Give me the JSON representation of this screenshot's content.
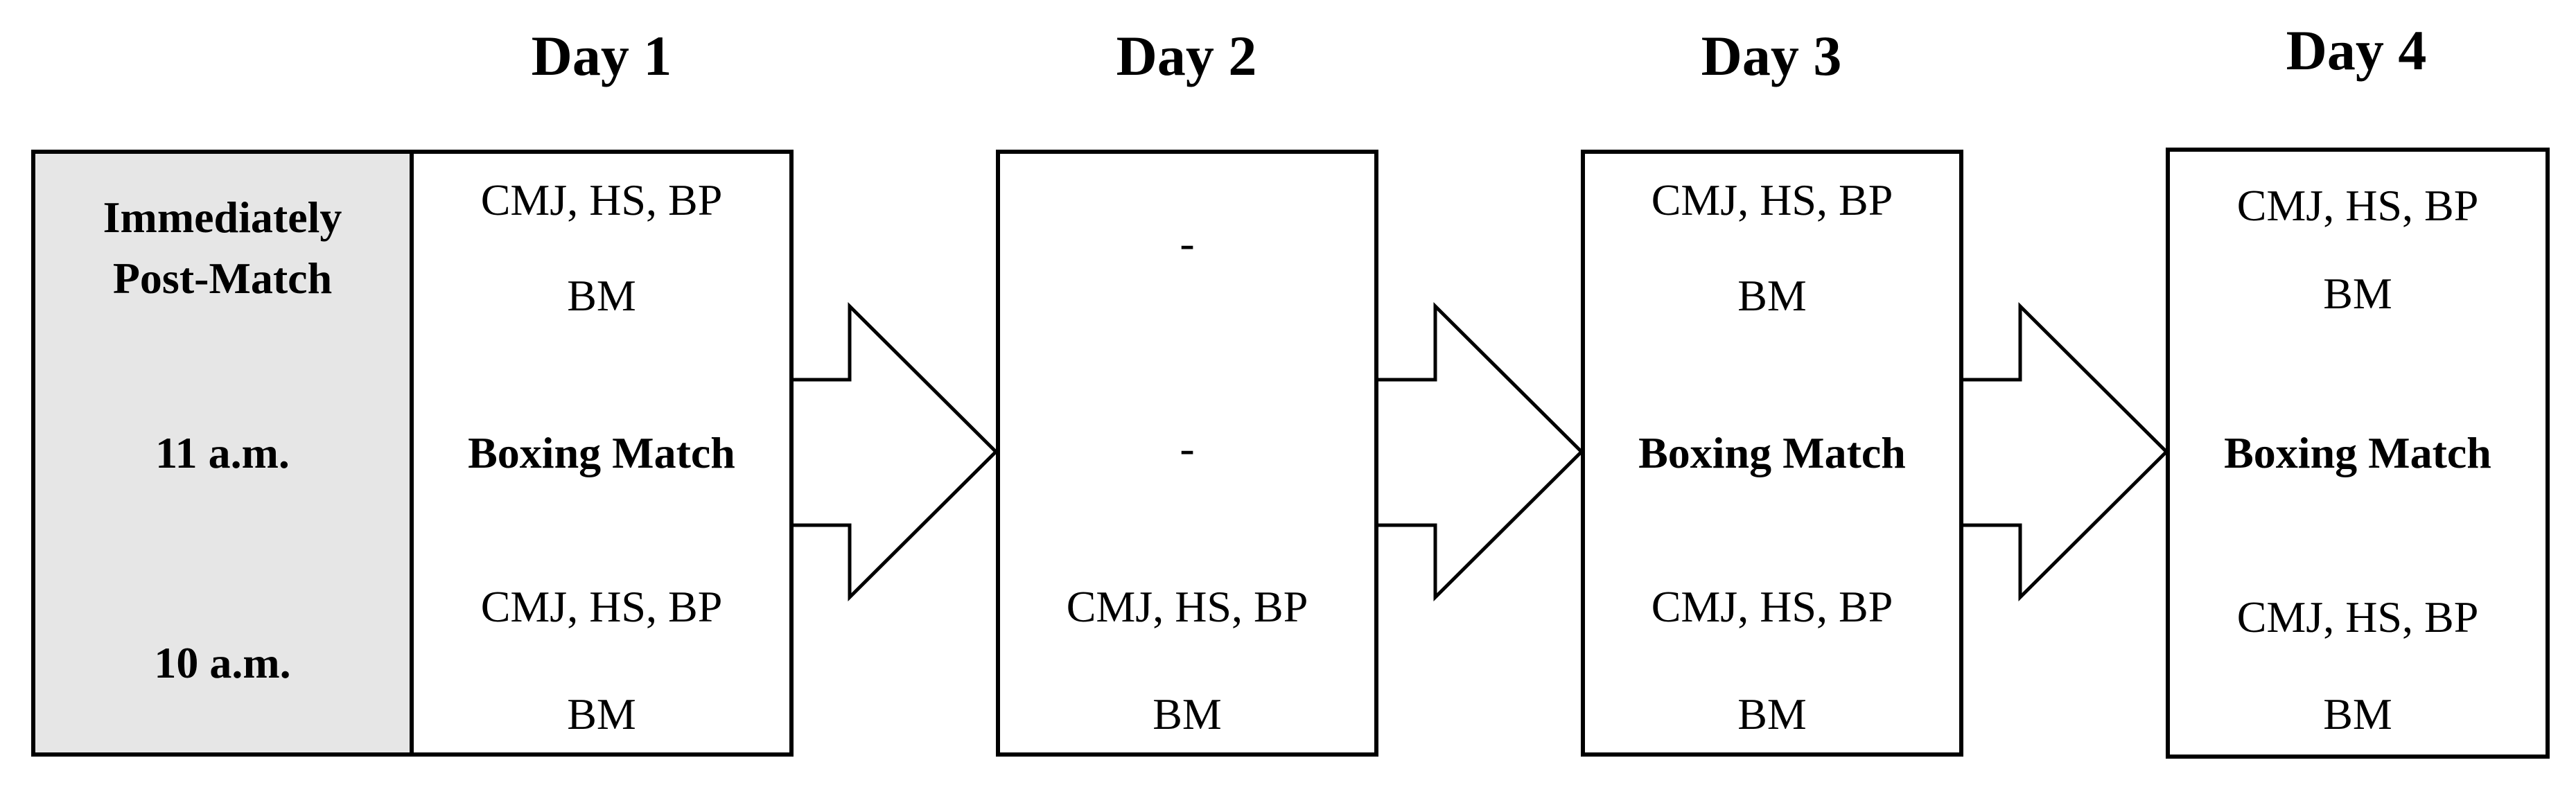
{
  "days": [
    {
      "title": "Day 1",
      "morning": [
        "CMJ, HS, BP",
        "BM"
      ],
      "match": "Boxing Match",
      "post": [
        "CMJ, HS, BP",
        "BM"
      ]
    },
    {
      "title": "Day 2",
      "morning": [
        "CMJ, HS, BP",
        "BM"
      ],
      "match": "-",
      "post": [
        "-"
      ]
    },
    {
      "title": "Day 3",
      "morning": [
        "CMJ, HS, BP",
        "BM"
      ],
      "match": "Boxing Match",
      "post": [
        "CMJ, HS, BP",
        "BM"
      ]
    },
    {
      "title": "Day 4",
      "morning": [
        "CMJ, HS, BP",
        "BM"
      ],
      "match": "Boxing Match",
      "post": [
        "CMJ, HS, BP",
        "BM"
      ]
    }
  ],
  "row_labels": {
    "post_match": [
      "Immediately",
      "Post-Match"
    ],
    "match_time": "11 a.m.",
    "morning_time": "10 a.m."
  },
  "colors": {
    "label_column_fill": "#e6e6e6",
    "box_fill": "#ffffff",
    "stroke": "#000000"
  }
}
